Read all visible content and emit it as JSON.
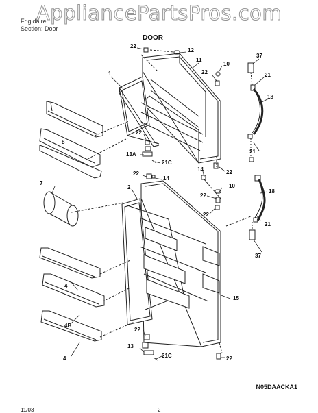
{
  "header": {
    "watermark": "AppliancePartsPros.com",
    "brand_line": "Frigidaire",
    "sub_line": "Section: Door",
    "section_title": "DOOR"
  },
  "callouts": {
    "c22a": "22",
    "c12": "12",
    "c11": "11",
    "c10a": "10",
    "c22b": "22",
    "c37a": "37",
    "c21a": "21",
    "c1": "1",
    "c18a": "18",
    "c8": "8",
    "c22c": "22",
    "c13a": "13A",
    "c21c_a": "21C",
    "c21b": "21",
    "c14a": "14",
    "c22d": "22",
    "c22e": "22",
    "c14b": "14",
    "c22f": "22",
    "c10b": "10",
    "c7": "7",
    "c2": "2",
    "c18b": "18",
    "c22g": "22",
    "c21d": "21",
    "c37b": "37",
    "c4a": "4",
    "c15": "15",
    "c4b": "4B",
    "c22h": "22",
    "c13": "13",
    "c21c_b": "21C",
    "c22i": "22",
    "c4c": "4"
  },
  "footer": {
    "date": "11/03",
    "page": "2",
    "diagram_code": "N05DAACKA1"
  }
}
